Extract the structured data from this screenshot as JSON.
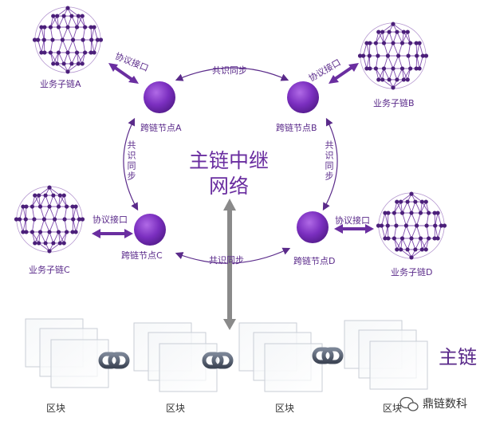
{
  "colors": {
    "purple": "#6a2ea0",
    "node_fill": "#7b2fc0",
    "arrow_gray": "#8a8a8a",
    "chain_link": "#5c6473"
  },
  "center_title": {
    "line1": "主链中继",
    "line2": "网络"
  },
  "sync_label": "共识同步",
  "protocol_label": "协议接口",
  "nodes": [
    {
      "id": "A",
      "label": "跨链节点A"
    },
    {
      "id": "B",
      "label": "跨链节点B"
    },
    {
      "id": "C",
      "label": "跨链节点C"
    },
    {
      "id": "D",
      "label": "跨链节点D"
    }
  ],
  "business_chains": [
    {
      "id": "A",
      "label": "业务子链A"
    },
    {
      "id": "B",
      "label": "业务子链B"
    },
    {
      "id": "C",
      "label": "业务子链C"
    },
    {
      "id": "D",
      "label": "业务子链D"
    }
  ],
  "main_chain_label": "主链",
  "blocks": [
    "区块",
    "区块",
    "区块",
    "区块"
  ],
  "watermark": "鼎链数科"
}
